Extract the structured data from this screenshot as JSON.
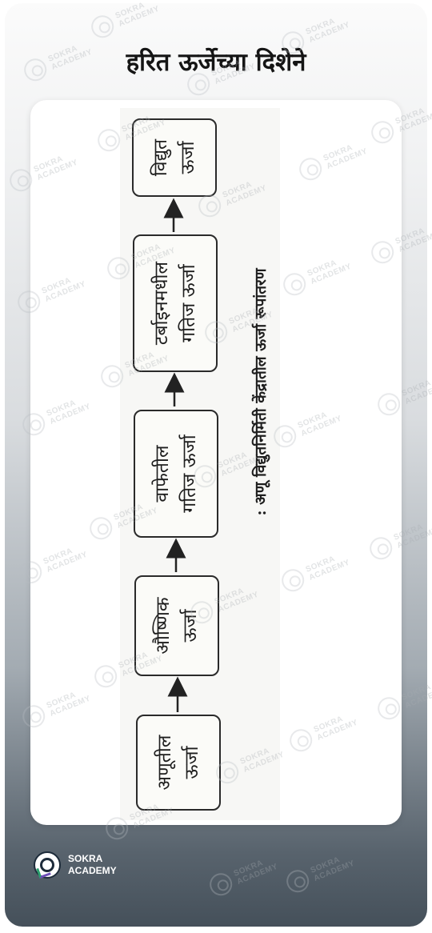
{
  "title": "हरित ऊर्जेच्या दिशेने",
  "diagram": {
    "boxes": [
      {
        "line1": "अणूतील",
        "line2": "ऊर्जा"
      },
      {
        "line1": "औष्णिक",
        "line2": "ऊर्जा"
      },
      {
        "line1": "वाफेतील",
        "line2": "गतिज ऊर्जा"
      },
      {
        "line1": "टर्बाइनमधील",
        "line2": "गतिज ऊर्जा"
      },
      {
        "line1": "विद्युत",
        "line2": "ऊर्जा"
      }
    ],
    "caption": ": अणू विद्युतनिर्मिती केंद्रातील ऊर्जा रूपांतरण"
  },
  "watermark": {
    "line1": "SOKRA",
    "line2": "ACADEMY"
  },
  "brand": {
    "line1": "SOKRA",
    "line2": "ACADEMY"
  },
  "colors": {
    "ink": "#1e1e1e",
    "panel": "#ffffff",
    "gradient_bottom": "#45505a"
  }
}
